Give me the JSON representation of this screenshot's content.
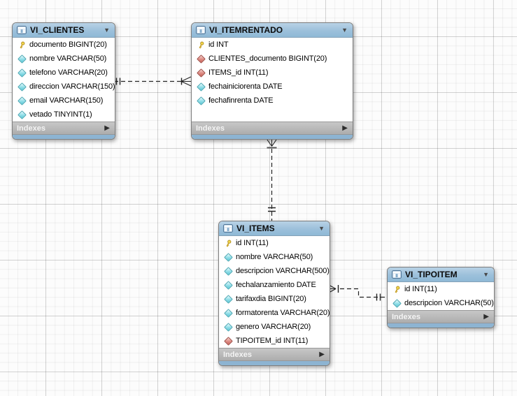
{
  "diagram": {
    "tables": [
      {
        "title": "VI_CLIENTES",
        "footer_label": "Indexes",
        "fields": [
          {
            "icon": "key",
            "label": "documento BIGINT(20)"
          },
          {
            "icon": "attr",
            "label": "nombre VARCHAR(50)"
          },
          {
            "icon": "attr",
            "label": "telefono VARCHAR(20)"
          },
          {
            "icon": "attr",
            "label": "direccion VARCHAR(150)"
          },
          {
            "icon": "attr",
            "label": "email VARCHAR(150)"
          },
          {
            "icon": "attr",
            "label": "vetado TINYINT(1)"
          }
        ]
      },
      {
        "title": "VI_ITEMRENTADO",
        "footer_label": "Indexes",
        "fields": [
          {
            "icon": "key",
            "label": "id INT"
          },
          {
            "icon": "fk",
            "label": "CLIENTES_documento BIGINT(20)"
          },
          {
            "icon": "fk",
            "label": "ITEMS_id INT(11)"
          },
          {
            "icon": "attr",
            "label": "fechainiciorenta DATE"
          },
          {
            "icon": "attr",
            "label": "fechafinrenta DATE"
          }
        ]
      },
      {
        "title": "VI_ITEMS",
        "footer_label": "Indexes",
        "fields": [
          {
            "icon": "key",
            "label": "id INT(11)"
          },
          {
            "icon": "attr",
            "label": "nombre VARCHAR(50)"
          },
          {
            "icon": "attr",
            "label": "descripcion VARCHAR(500)"
          },
          {
            "icon": "attr",
            "label": "fechalanzamiento DATE"
          },
          {
            "icon": "attr",
            "label": "tarifaxdia BIGINT(20)"
          },
          {
            "icon": "attr",
            "label": "formatorenta VARCHAR(20)"
          },
          {
            "icon": "attr",
            "label": "genero VARCHAR(20)"
          },
          {
            "icon": "fk",
            "label": "TIPOITEM_id INT(11)"
          }
        ]
      },
      {
        "title": "VI_TIPOITEM",
        "footer_label": "Indexes",
        "fields": [
          {
            "icon": "key",
            "label": "id INT(11)"
          },
          {
            "icon": "attr",
            "label": "descripcion VARCHAR(50)"
          }
        ]
      }
    ],
    "relationships": [
      {
        "from": "VI_CLIENTES",
        "to": "VI_ITEMRENTADO",
        "from_end": "one-mandatory",
        "to_end": "many-mandatory",
        "line_style": "dashed"
      },
      {
        "from": "VI_ITEMS",
        "to": "VI_ITEMRENTADO",
        "from_end": "one-mandatory",
        "to_end": "many-mandatory",
        "line_style": "dashed"
      },
      {
        "from": "VI_TIPOITEM",
        "to": "VI_ITEMS",
        "from_end": "one-mandatory",
        "to_end": "many-mandatory",
        "line_style": "dashed"
      }
    ],
    "icons": {
      "caret_glyph": "▼",
      "expand_arrow_glyph": "▶",
      "primary_key": "key-icon",
      "attribute": "cyan-diamond-icon",
      "foreign_key": "red-diamond-icon",
      "table": "table-grid-icon"
    },
    "colors": {
      "header_blue": "#9cc0db",
      "bottom_bar_blue": "#8db4d2",
      "footer_gray": "#b6b6b6",
      "primary_key_yellow": "#f6da4d",
      "attribute_cyan": "#7fd6e0",
      "foreign_key_red": "#d2736b",
      "connector": "#222222",
      "grid_minor": "#ececec",
      "grid_major": "#d9d9d9"
    }
  }
}
